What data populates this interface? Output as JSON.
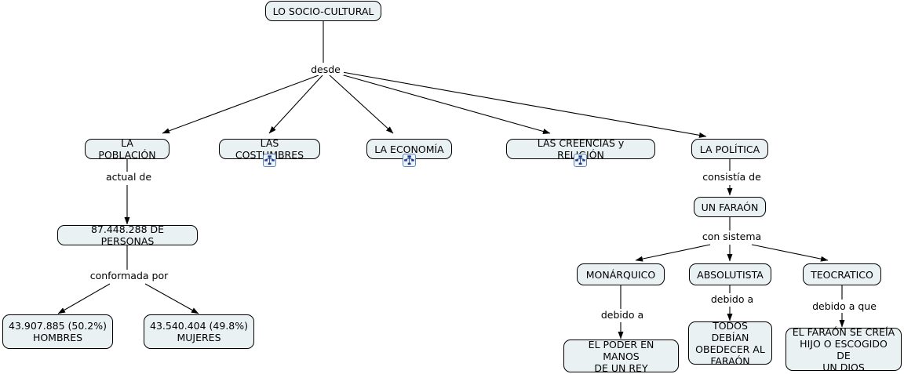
{
  "diagram": {
    "title": "LO SOCIO-CULTURAL",
    "type": "concept-map",
    "background_color": "#ffffff",
    "node_fill_color": "#eaf1f3",
    "node_border_color": "#000000",
    "icon_border_color": "#5a84b8",
    "icon_name": "linked-cmap-icon"
  },
  "nodes": {
    "root": "LO SOCIO-CULTURAL",
    "poblacion": "LA POBLACIÓN",
    "costumbres": "LAS COSTUMBRES",
    "economia": "LA ECONOMÍA",
    "creencias": "LAS CREENCIAS y RELIGIÓN",
    "politica": "LA POLÍTICA",
    "personas": "87.448.288 DE PERSONAS",
    "hombres": "43.907.885 (50.2%)\nHOMBRES",
    "mujeres": "43.540.404 (49.8%)\nMUJERES",
    "faraon": "UN FARAÓN",
    "monarquico": "MONÁRQUICO",
    "absolutista": "ABSOLUTISTA",
    "teocratico": "TEOCRATICO",
    "poder_rey": "EL PODER EN MANOS\nDE UN REY",
    "obedecer": "TODOS DEBÍAN\nOBEDECER AL\nFARAÓN",
    "hijo_dios": "EL FARAÓN SE CREÍA\nHIJO O ESCOGIDO DE\nUN DIOS"
  },
  "links": {
    "desde": "desde",
    "actual_de": "actual de",
    "conformada_por": "conformada por",
    "consistia_de": "consistía de",
    "con_sistema": "con sistema",
    "debido_a_1": "debido a",
    "debido_a_2": "debido a",
    "debido_a_que": "debido a que"
  }
}
